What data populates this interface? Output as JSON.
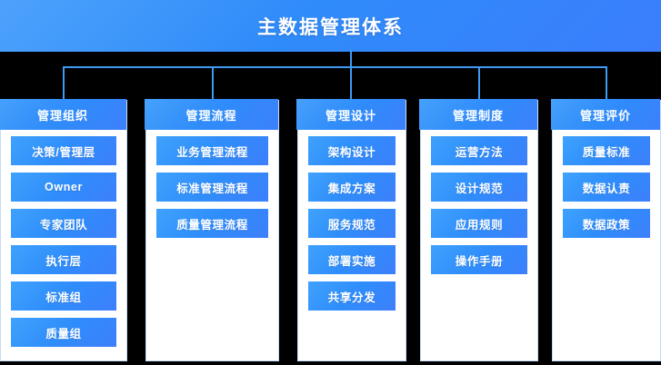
{
  "header": {
    "title": "主数据管理体系",
    "gradient_start": "#4da2fb",
    "gradient_end": "#3b7efc"
  },
  "theme": {
    "background": "#000000",
    "panel_background": "#ffffff",
    "panel_border": "#c7dcf7",
    "connector_color": "#3e9bf5",
    "pill_gradient_start": "#3fa2fc",
    "pill_gradient_end": "#3d7ffb",
    "text_on_blue": "#ffffff"
  },
  "columns": [
    {
      "title": "管理组织",
      "items": [
        "决策/管理层",
        "Owner",
        "专家团队",
        "执行层",
        "标准组",
        "质量组"
      ]
    },
    {
      "title": "管理流程",
      "items": [
        "业务管理流程",
        "标准管理流程",
        "质量管理流程"
      ]
    },
    {
      "title": "管理设计",
      "items": [
        "架构设计",
        "集成方案",
        "服务规范",
        "部署实施",
        "共享分发"
      ]
    },
    {
      "title": "管理制度",
      "items": [
        "运营方法",
        "设计规范",
        "应用规则",
        "操作手册"
      ]
    },
    {
      "title": "管理评价",
      "items": [
        "质量标准",
        "数据认责",
        "数据政策"
      ]
    }
  ]
}
